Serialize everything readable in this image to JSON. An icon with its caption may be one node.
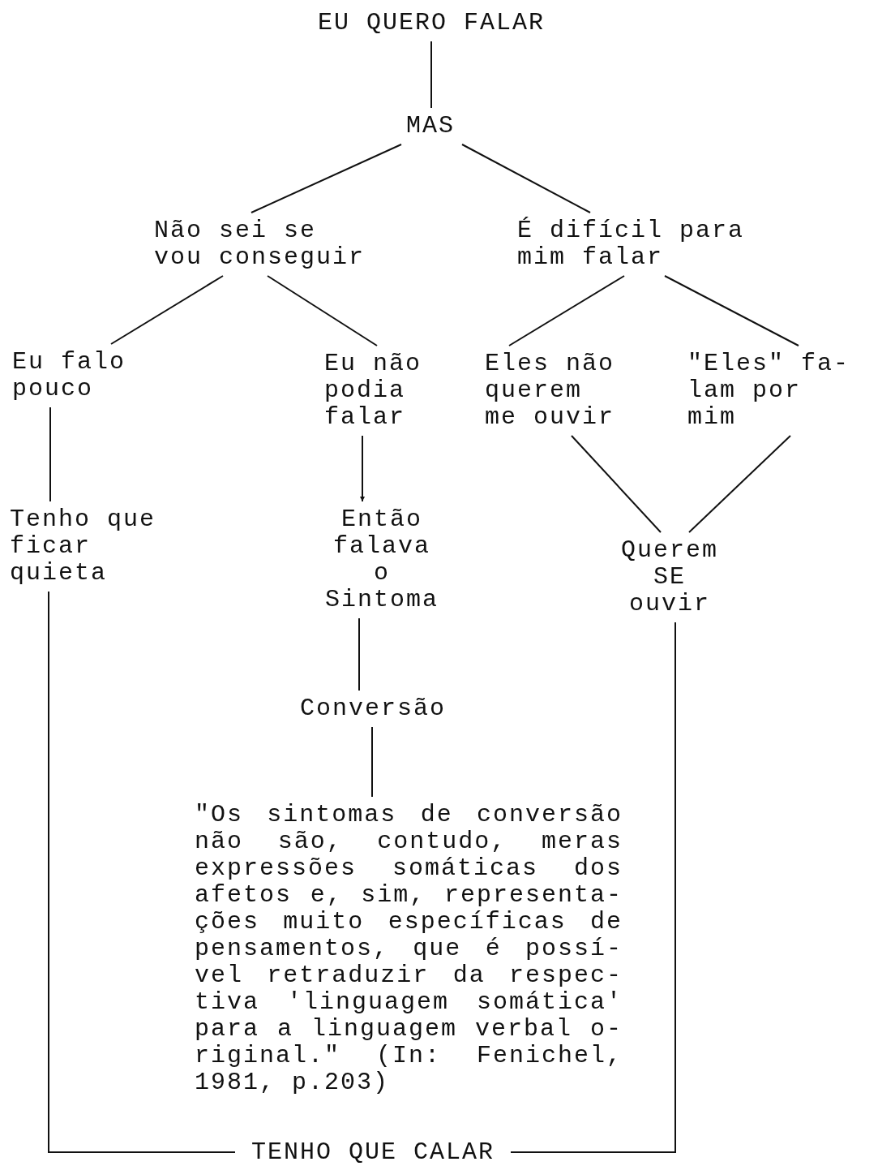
{
  "diagram": {
    "nodes": [
      {
        "text": [
          "EU QUERO FALAR"
        ]
      },
      {
        "text": [
          "MAS"
        ]
      },
      {
        "text": [
          "Não sei se vou conseguir"
        ]
      },
      {
        "text": [
          "É difícil para mim falar"
        ]
      },
      {
        "text": [
          "Eu falo pouco"
        ]
      },
      {
        "text": [
          "Eu não podia falar"
        ]
      },
      {
        "text": [
          "Eles não querem me ouvir"
        ]
      },
      {
        "text": [
          "\"Eles\" fa- lam por mim"
        ]
      },
      {
        "text": [
          "Tenho que ficar quieta"
        ]
      },
      {
        "text": [
          "Então falava o Sintoma"
        ]
      },
      {
        "text": [
          "Querem SE ouvir"
        ]
      },
      {
        "text": [
          "Conversão"
        ]
      },
      {
        "text": [
          "\"Os sintomas de conversão não são, contudo, meras expressões somáticas dos afetos e, sim, representa- ções muito específicas de pensamentos, que é possí- vel retraduzir da respec- tiva 'linguagem somática' para a linguagem verbal o- riginal.\" (In: Fenichel, 1981, p.203)"
        ]
      },
      {
        "text": [
          "TENHO QUE CALAR"
        ]
      }
    ],
    "edges": [
      {
        "from": 0,
        "to": 1,
        "arrow": "none"
      },
      {
        "from": 1,
        "to": 2,
        "arrow": "none"
      },
      {
        "from": 1,
        "to": 3,
        "arrow": "none"
      },
      {
        "from": 2,
        "to": 4,
        "arrow": "none"
      },
      {
        "from": 2,
        "to": 5,
        "arrow": "none"
      },
      {
        "from": 3,
        "to": 6,
        "arrow": "none"
      },
      {
        "from": 3,
        "to": 7,
        "arrow": "none"
      },
      {
        "from": 4,
        "to": 8,
        "arrow": "none"
      },
      {
        "from": 5,
        "to": 9,
        "arrow": "to"
      },
      {
        "from": 6,
        "to": 10,
        "arrow": "none"
      },
      {
        "from": 7,
        "to": 10,
        "arrow": "none"
      },
      {
        "from": 9,
        "to": 11,
        "arrow": "none"
      },
      {
        "from": 11,
        "to": 12,
        "arrow": "none"
      },
      {
        "from": 8,
        "to": 13,
        "arrow": "none"
      },
      {
        "from": 10,
        "to": 13,
        "arrow": "none"
      }
    ]
  }
}
